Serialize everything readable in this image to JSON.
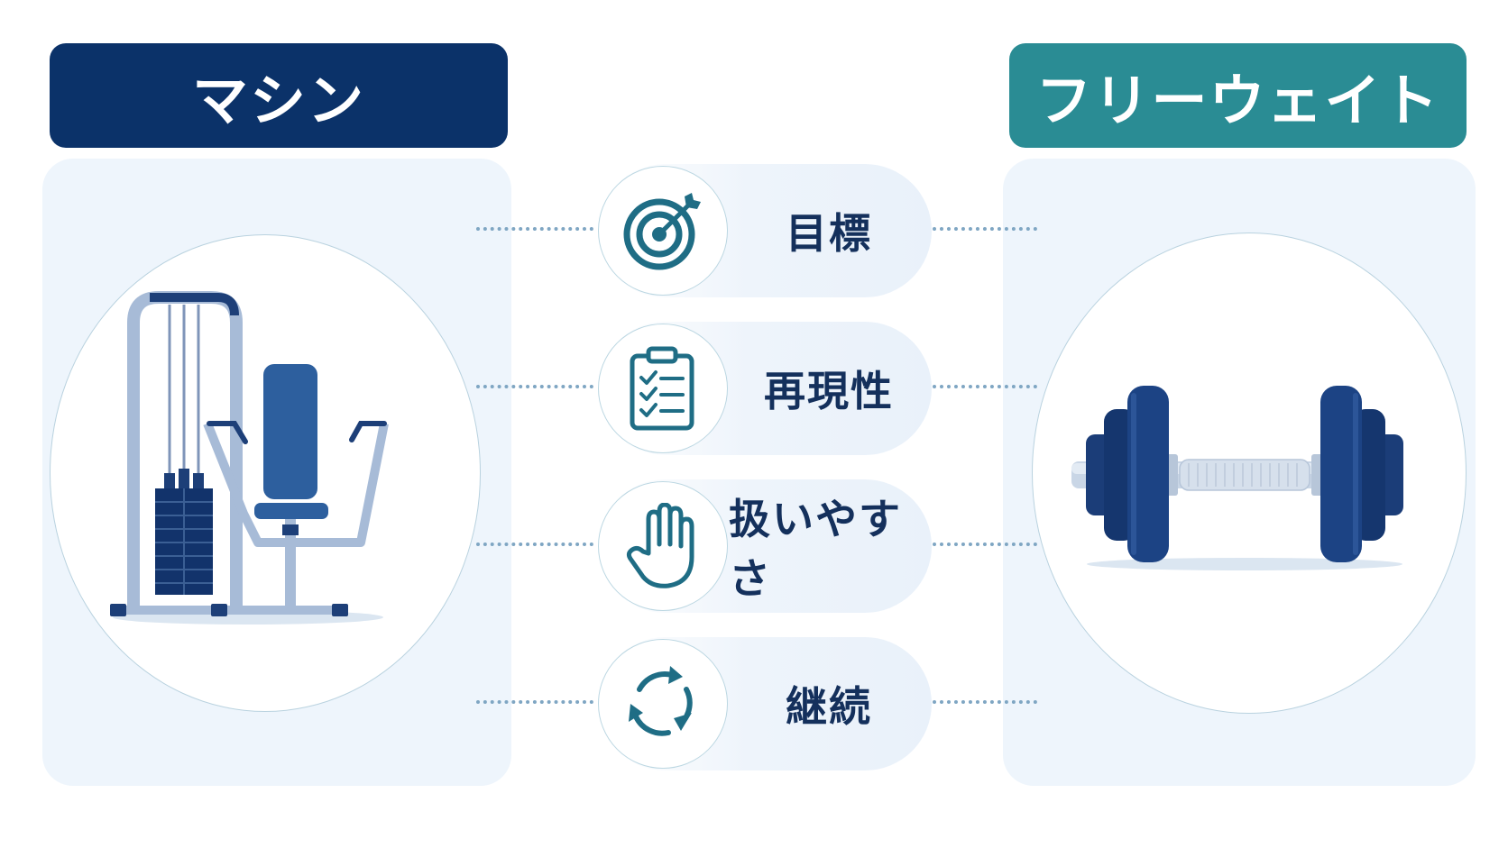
{
  "left_header": {
    "label": "マシン"
  },
  "right_header": {
    "label": "フリーウェイト"
  },
  "factors": [
    {
      "label": "目標",
      "icon": "target-icon"
    },
    {
      "label": "再現性",
      "icon": "checklist-icon"
    },
    {
      "label": "扱いやすさ",
      "icon": "hand-icon"
    },
    {
      "label": "継続",
      "icon": "cycle-icon"
    }
  ],
  "colors": {
    "navy": "#0b3269",
    "teal": "#2a8c94",
    "panel_bg": "#eef5fc",
    "label_text": "#14305c",
    "icon_teal": "#1f6d85"
  },
  "illustrations": {
    "left": "weight-machine-icon",
    "right": "dumbbell-icon"
  }
}
